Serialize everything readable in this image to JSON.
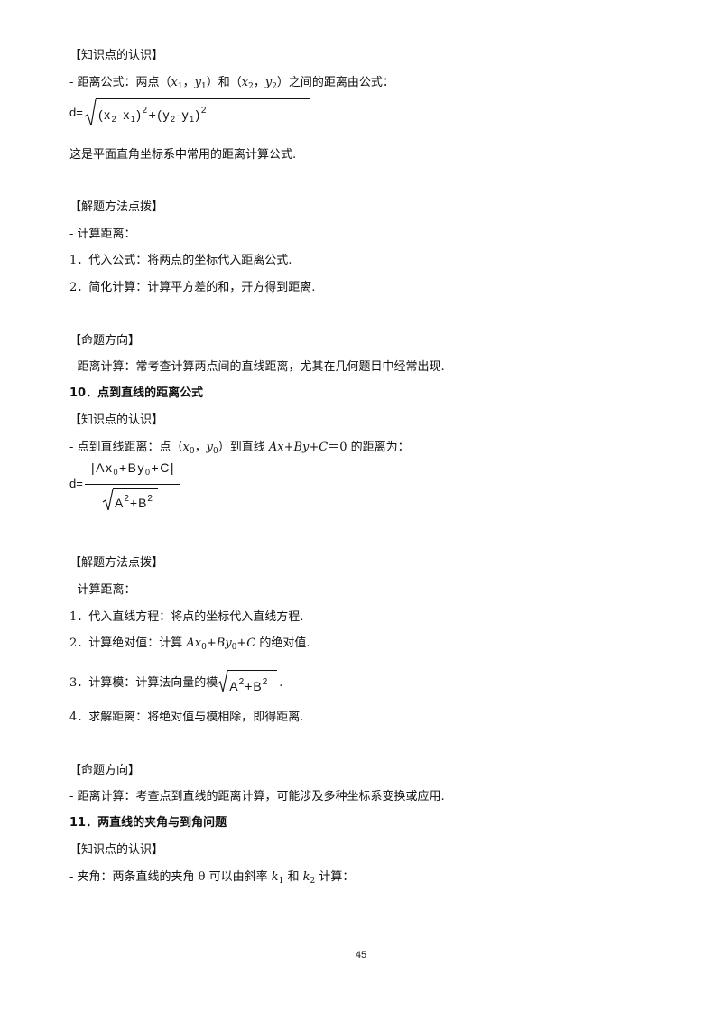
{
  "s1_head1": "【知识点的认识】",
  "s1_dist_a": "- 距离公式：两点（",
  "s1_dist_x1": "x",
  "s1_dist_sub1": "1",
  "s1_dist_comma1": "，",
  "s1_dist_y1": "y",
  "s1_dist_sub1b": "1",
  "s1_dist_b": "）和（",
  "s1_dist_x2": "x",
  "s1_dist_sub2": "2",
  "s1_dist_comma2": "，",
  "s1_dist_y2": "y",
  "s1_dist_sub2b": "2",
  "s1_dist_c": "）之间的距离由公式：",
  "f1_d": "d=",
  "f1_body_a": "(x",
  "f1_body_s1": "2",
  "f1_body_b": "-x",
  "f1_body_s2": "1",
  "f1_body_c": ")",
  "f1_body_p1": "2",
  "f1_body_d": "+(y",
  "f1_body_s3": "2",
  "f1_body_e": "-y",
  "f1_body_s4": "1",
  "f1_body_f": ")",
  "f1_body_p2": "2",
  "s1_note": "这是平面直角坐标系中常用的距离计算公式.",
  "s1_head2": "【解题方法点拨】",
  "s1_calc": "- 计算距离：",
  "s1_step1": "1．代入公式：将两点的坐标代入距离公式.",
  "s1_step2": "2．简化计算：计算平方差的和，开方得到距离.",
  "s1_head3": "【命题方向】",
  "s1_dir": "- 距离计算：常考查计算两点间的直线距离，尤其在几何题目中经常出现.",
  "sec10_title": "10．点到直线的距离公式",
  "s2_head1": "【知识点的认识】",
  "s2_def_a": "- 点到直线距离：点（",
  "s2_def_x0": "x",
  "s2_def_s0": "0",
  "s2_def_comma": "，",
  "s2_def_y0": "y",
  "s2_def_s0b": "0",
  "s2_def_b": "）到直线 ",
  "s2_def_eq": "Ax+By+C",
  "s2_def_c": "＝0 的距离为：",
  "f2_d": "d=",
  "f2_num_a": "|Ax",
  "f2_num_s1": "0",
  "f2_num_b": "+By",
  "f2_num_s2": "0",
  "f2_num_c": "+C|",
  "f2_den_a": "A",
  "f2_den_p1": "2",
  "f2_den_b": "+B",
  "f2_den_p2": "2",
  "s2_head2": "【解题方法点拨】",
  "s2_calc": "- 计算距离：",
  "s2_step1": "1．代入直线方程：将点的坐标代入直线方程.",
  "s2_step2_a": "2．计算绝对值：计算 ",
  "s2_step2_A": "Ax",
  "s2_step2_s1": "0",
  "s2_step2_B": "+By",
  "s2_step2_s2": "0",
  "s2_step2_C": "+C",
  "s2_step2_b": " 的绝对值.",
  "s2_step3_a": "3．计算模：计算法向量的模",
  "s2_step3_f_a": "A",
  "s2_step3_f_p1": "2",
  "s2_step3_f_b": "+B",
  "s2_step3_f_p2": "2",
  "s2_step3_end": ".",
  "s2_step4": "4．求解距离：将绝对值与模相除，即得距离.",
  "s2_head3": "【命题方向】",
  "s2_dir": "- 距离计算：考查点到直线的距离计算，可能涉及多种坐标系变换或应用.",
  "sec11_title": "11．两直线的夹角与到角问题",
  "s3_head1": "【知识点的认识】",
  "s3_def_a": "- 夹角：两条直线的夹角 θ 可以由斜率 ",
  "s3_def_k1": "k",
  "s3_def_s1": "1",
  "s3_def_b": " 和 ",
  "s3_def_k2": "k",
  "s3_def_s2": "2",
  "s3_def_c": " 计算：",
  "page_number": "45"
}
